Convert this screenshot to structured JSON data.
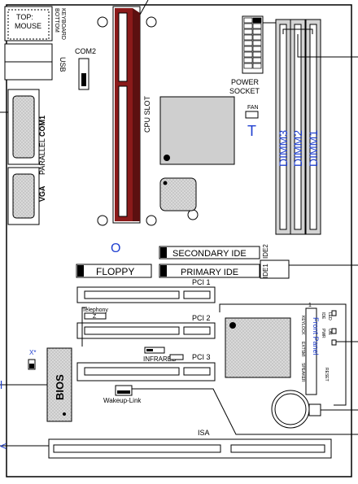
{
  "labels": {
    "top_mouse": "TOP:\nMOUSE",
    "bottom_keyboard": "BOTTOM\nKEYBOARD",
    "usb": "USB",
    "com2": "COM2",
    "parallel": "PARALLEL",
    "com1": "COM1",
    "vga": "VGA",
    "cpu_slot": "CPU SLOT",
    "power_socket": "POWER\nSOCKET",
    "fan": "FAN",
    "fan_marker": "T",
    "dimm1": "DIMM1",
    "dimm2": "DIMM2",
    "dimm3": "DIMM3",
    "o_marker": "O",
    "secondary_ide": "SECONDARY IDE",
    "ide2": "IDE2",
    "ide1": "IDE1",
    "floppy": "FLOPPY",
    "primary_ide": "PRIMARY IDE",
    "pci1": "PCI 1",
    "pci2": "PCI 2",
    "pci3": "PCI 3",
    "telephony": "Telephony",
    "telephony_pin": "Z",
    "infrared": "INFRARED",
    "x_marker": "X*",
    "bios": "BIOS",
    "wakeup_link": "Wakeup-Link",
    "isa": "ISA",
    "front_panel": "Front Panel",
    "fp_ide": "IDE",
    "fp_led": "LED",
    "fp_pwr": "PWR",
    "fp_on": "ON",
    "fp_keylock": "KEYLOCK",
    "fp_extsmi": "EXTSMI",
    "fp_speaker": "SPEAKER",
    "fp_reset": "RESET",
    "fp_pin1": "1"
  },
  "colors": {
    "cpu_slot": "#8b1a1a",
    "dimm_label": "#1f3fd0",
    "marker": "#1f3fd0",
    "chip_fill": "#cfcfcf",
    "connector_fill": "#e6e6e6"
  }
}
